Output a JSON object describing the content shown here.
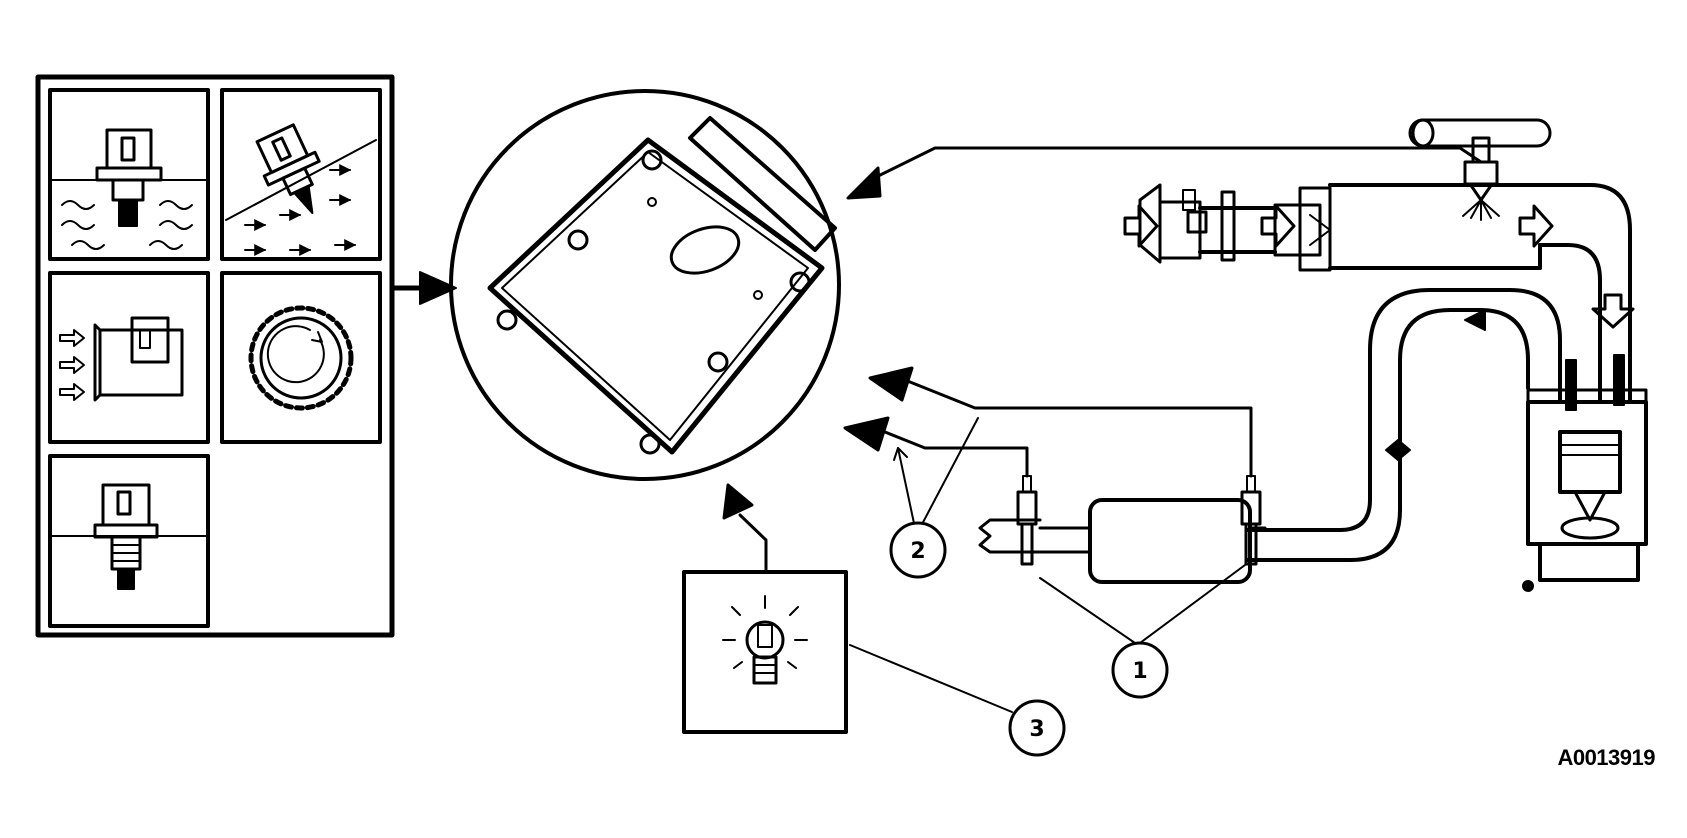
{
  "diagram": {
    "figure_id": "A0013919",
    "callouts": [
      {
        "id": "1",
        "label": "1"
      },
      {
        "id": "2",
        "label": "2"
      },
      {
        "id": "3",
        "label": "3"
      }
    ],
    "colors": {
      "ink": "#000000",
      "paper": "#ffffff"
    },
    "icons": [
      "coolant-temperature-sensor-icon",
      "air-temperature-sensor-icon",
      "mass-airflow-sensor-icon",
      "crankshaft-position-sensor-icon",
      "pressure-sensor-icon",
      "engine-control-module-icon",
      "warning-lamp-icon",
      "throttle-body-icon",
      "fuel-injector-icon",
      "oxygen-sensor-icon",
      "catalytic-converter-icon",
      "engine-cylinder-icon"
    ]
  }
}
